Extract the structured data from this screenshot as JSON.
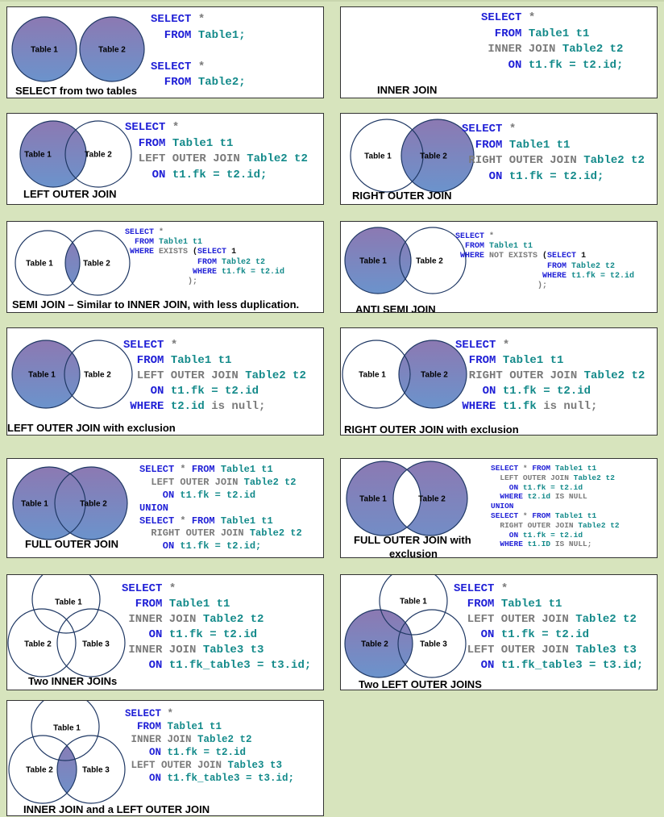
{
  "colors": {
    "background": "#d7e4bd",
    "fill_top": "#8c79b2",
    "fill_bottom": "#6b93cc",
    "keyword": "#1f1fd6",
    "identifier": "#138a8a",
    "gray_keyword": "#7a7a7a"
  },
  "panels": [
    {
      "caption": "SELECT from two tables",
      "circle_labels": [
        "Table 1",
        "Table 2"
      ],
      "code": [
        [
          [
            "SELECT",
            "kw"
          ],
          [
            " *",
            "gr"
          ]
        ],
        [
          [
            "  FROM ",
            "kw"
          ],
          [
            "Table1;",
            "id"
          ]
        ],
        [
          [
            "",
            ""
          ]
        ],
        [
          [
            "SELECT",
            "kw"
          ],
          [
            " *",
            "gr"
          ]
        ],
        [
          [
            "  FROM ",
            "kw"
          ],
          [
            "Table2;",
            "id"
          ]
        ]
      ]
    },
    {
      "caption": "INNER JOIN",
      "circle_labels": [
        "Table 1",
        "Table 2"
      ],
      "code": [
        [
          [
            "SELECT",
            "kw"
          ],
          [
            " *",
            "gr"
          ]
        ],
        [
          [
            "  FROM ",
            "kw"
          ],
          [
            "Table1 t1",
            "id"
          ]
        ],
        [
          [
            " INNER JOIN ",
            "gr"
          ],
          [
            "Table2 t2",
            "id"
          ]
        ],
        [
          [
            "    ON ",
            "kw"
          ],
          [
            "t1.fk = t2.id;",
            "id"
          ]
        ]
      ]
    },
    {
      "caption": "LEFT OUTER JOIN",
      "circle_labels": [
        "Table 1",
        "Table 2"
      ],
      "code": [
        [
          [
            "SELECT",
            "kw"
          ],
          [
            " *",
            "gr"
          ]
        ],
        [
          [
            "  FROM ",
            "kw"
          ],
          [
            "Table1 t1",
            "id"
          ]
        ],
        [
          [
            "  LEFT OUTER JOIN ",
            "gr"
          ],
          [
            "Table2 t2",
            "id"
          ]
        ],
        [
          [
            "    ON ",
            "kw"
          ],
          [
            "t1.fk = t2.id;",
            "id"
          ]
        ]
      ]
    },
    {
      "caption": "RIGHT OUTER JOIN",
      "circle_labels": [
        "Table 1",
        "Table 2"
      ],
      "code": [
        [
          [
            "SELECT",
            "kw"
          ],
          [
            " *",
            "gr"
          ]
        ],
        [
          [
            "  FROM ",
            "kw"
          ],
          [
            "Table1 t1",
            "id"
          ]
        ],
        [
          [
            " RIGHT OUTER JOIN ",
            "gr"
          ],
          [
            "Table2 t2",
            "id"
          ]
        ],
        [
          [
            "    ON ",
            "kw"
          ],
          [
            "t1.fk = t2.id;",
            "id"
          ]
        ]
      ]
    },
    {
      "caption": "SEMI JOIN – Similar to INNER JOIN, with less duplication.",
      "circle_labels": [
        "Table 1",
        "Table 2"
      ],
      "code": [
        [
          [
            "SELECT",
            "kw"
          ],
          [
            " *",
            "gr"
          ]
        ],
        [
          [
            "  FROM ",
            "kw"
          ],
          [
            "Table1 t1",
            "id"
          ]
        ],
        [
          [
            " WHERE ",
            "kw"
          ],
          [
            "EXISTS ",
            "gr"
          ],
          [
            "(",
            "bk"
          ],
          [
            "SELECT ",
            "kw"
          ],
          [
            "1",
            "bk"
          ]
        ],
        [
          [
            "               FROM ",
            "kw"
          ],
          [
            "Table2 t2",
            "id"
          ]
        ],
        [
          [
            "              WHERE ",
            "kw"
          ],
          [
            "t1.fk = t2.id",
            "id"
          ]
        ],
        [
          [
            "             );",
            "gr"
          ]
        ]
      ]
    },
    {
      "caption": "ANTI SEMI JOIN",
      "circle_labels": [
        "Table 1",
        "Table 2"
      ],
      "code": [
        [
          [
            "SELECT",
            "kw"
          ],
          [
            " *",
            "gr"
          ]
        ],
        [
          [
            "  FROM ",
            "kw"
          ],
          [
            "Table1 t1",
            "id"
          ]
        ],
        [
          [
            " WHERE ",
            "kw"
          ],
          [
            "NOT EXISTS ",
            "gr"
          ],
          [
            "(",
            "bk"
          ],
          [
            "SELECT ",
            "kw"
          ],
          [
            "1",
            "bk"
          ]
        ],
        [
          [
            "                   FROM ",
            "kw"
          ],
          [
            "Table2 t2",
            "id"
          ]
        ],
        [
          [
            "                  WHERE ",
            "kw"
          ],
          [
            "t1.fk = t2.id",
            "id"
          ]
        ],
        [
          [
            "                 );",
            "gr"
          ]
        ]
      ]
    },
    {
      "caption": "LEFT OUTER JOIN with exclusion",
      "circle_labels": [
        "Table 1",
        "Table 2"
      ],
      "code": [
        [
          [
            "SELECT",
            "kw"
          ],
          [
            " *",
            "gr"
          ]
        ],
        [
          [
            "  FROM ",
            "kw"
          ],
          [
            "Table1 t1",
            "id"
          ]
        ],
        [
          [
            "  LEFT OUTER JOIN ",
            "gr"
          ],
          [
            "Table2 t2",
            "id"
          ]
        ],
        [
          [
            "    ON ",
            "kw"
          ],
          [
            "t1.fk = t2.id",
            "id"
          ]
        ],
        [
          [
            " WHERE ",
            "kw"
          ],
          [
            "t2.id",
            "id"
          ],
          [
            " is null;",
            "gr"
          ]
        ]
      ]
    },
    {
      "caption": "RIGHT OUTER JOIN with exclusion",
      "circle_labels": [
        "Table 1",
        "Table 2"
      ],
      "code": [
        [
          [
            "SELECT",
            "kw"
          ],
          [
            " *",
            "gr"
          ]
        ],
        [
          [
            "  FROM ",
            "kw"
          ],
          [
            "Table1 t1",
            "id"
          ]
        ],
        [
          [
            "  RIGHT OUTER JOIN ",
            "gr"
          ],
          [
            "Table2 t2",
            "id"
          ]
        ],
        [
          [
            "    ON ",
            "kw"
          ],
          [
            "t1.fk = t2.id",
            "id"
          ]
        ],
        [
          [
            " WHERE ",
            "kw"
          ],
          [
            "t1.fk",
            "id"
          ],
          [
            " is null;",
            "gr"
          ]
        ]
      ]
    },
    {
      "caption": "FULL OUTER JOIN",
      "circle_labels": [
        "Table 1",
        "Table 2"
      ],
      "code": [
        [
          [
            "SELECT",
            "kw"
          ],
          [
            " * ",
            "gr"
          ],
          [
            "FROM ",
            "kw"
          ],
          [
            "Table1 t1",
            "id"
          ]
        ],
        [
          [
            "  LEFT OUTER JOIN ",
            "gr"
          ],
          [
            "Table2 t2",
            "id"
          ]
        ],
        [
          [
            "    ON ",
            "kw"
          ],
          [
            "t1.fk = t2.id",
            "id"
          ]
        ],
        [
          [
            "UNION",
            "kw"
          ]
        ],
        [
          [
            "SELECT",
            "kw"
          ],
          [
            " * ",
            "gr"
          ],
          [
            "FROM ",
            "kw"
          ],
          [
            "Table1 t1",
            "id"
          ]
        ],
        [
          [
            "  RIGHT OUTER JOIN ",
            "gr"
          ],
          [
            "Table2 t2",
            "id"
          ]
        ],
        [
          [
            "    ON ",
            "kw"
          ],
          [
            "t1.fk = t2.id;",
            "id"
          ]
        ]
      ]
    },
    {
      "caption": "FULL OUTER JOIN with\nexclusion",
      "circle_labels": [
        "Table 1",
        "Table 2"
      ],
      "code": [
        [
          [
            "SELECT",
            "kw"
          ],
          [
            " * ",
            "gr"
          ],
          [
            "FROM ",
            "kw"
          ],
          [
            "Table1 t1",
            "id"
          ]
        ],
        [
          [
            "  LEFT OUTER JOIN ",
            "gr"
          ],
          [
            "Table2 t2",
            "id"
          ]
        ],
        [
          [
            "    ON ",
            "kw"
          ],
          [
            "t1.fk = t2.id",
            "id"
          ]
        ],
        [
          [
            "  WHERE ",
            "kw"
          ],
          [
            "t2.id",
            "id"
          ],
          [
            " IS NULL",
            "gr"
          ]
        ],
        [
          [
            "UNION",
            "kw"
          ]
        ],
        [
          [
            "SELECT",
            "kw"
          ],
          [
            " * ",
            "gr"
          ],
          [
            "FROM ",
            "kw"
          ],
          [
            "Table1 t1",
            "id"
          ]
        ],
        [
          [
            "  RIGHT OUTER JOIN ",
            "gr"
          ],
          [
            "Table2 t2",
            "id"
          ]
        ],
        [
          [
            "    ON ",
            "kw"
          ],
          [
            "t1.fk = t2.id",
            "id"
          ]
        ],
        [
          [
            "  WHERE ",
            "kw"
          ],
          [
            "t1.ID",
            "id"
          ],
          [
            " IS NULL;",
            "gr"
          ]
        ]
      ]
    },
    {
      "caption": "Two INNER JOINs",
      "circle_labels": [
        "Table 1",
        "Table 2",
        "Table 3"
      ],
      "code": [
        [
          [
            "SELECT",
            "kw"
          ],
          [
            " *",
            "gr"
          ]
        ],
        [
          [
            "  FROM ",
            "kw"
          ],
          [
            "Table1 t1",
            "id"
          ]
        ],
        [
          [
            " INNER JOIN ",
            "gr"
          ],
          [
            "Table2 t2",
            "id"
          ]
        ],
        [
          [
            "    ON ",
            "kw"
          ],
          [
            "t1.fk = t2.id",
            "id"
          ]
        ],
        [
          [
            " INNER JOIN ",
            "gr"
          ],
          [
            "Table3 t3",
            "id"
          ]
        ],
        [
          [
            "    ON ",
            "kw"
          ],
          [
            "t1.fk_table3 = t3.id;",
            "id"
          ]
        ]
      ]
    },
    {
      "caption": "Two LEFT OUTER JOINS",
      "circle_labels": [
        "Table 1",
        "Table 2",
        "Table 3"
      ],
      "code": [
        [
          [
            "SELECT",
            "kw"
          ],
          [
            " *",
            "gr"
          ]
        ],
        [
          [
            "  FROM ",
            "kw"
          ],
          [
            "Table1 t1",
            "id"
          ]
        ],
        [
          [
            "  LEFT OUTER JOIN ",
            "gr"
          ],
          [
            "Table2 t2",
            "id"
          ]
        ],
        [
          [
            "    ON ",
            "kw"
          ],
          [
            "t1.fk = t2.id",
            "id"
          ]
        ],
        [
          [
            "  LEFT OUTER JOIN ",
            "gr"
          ],
          [
            "Table3 t3",
            "id"
          ]
        ],
        [
          [
            "    ON ",
            "kw"
          ],
          [
            "t1.fk_table3 = t3.id;",
            "id"
          ]
        ]
      ]
    },
    {
      "caption": "INNER JOIN and a LEFT OUTER JOIN",
      "circle_labels": [
        "Table 1",
        "Table 2",
        "Table 3"
      ],
      "code": [
        [
          [
            "SELECT",
            "kw"
          ],
          [
            " *",
            "gr"
          ]
        ],
        [
          [
            "  FROM ",
            "kw"
          ],
          [
            "Table1 t1",
            "id"
          ]
        ],
        [
          [
            " INNER JOIN ",
            "gr"
          ],
          [
            "Table2 t2",
            "id"
          ]
        ],
        [
          [
            "    ON ",
            "kw"
          ],
          [
            "t1.fk = t2.id",
            "id"
          ]
        ],
        [
          [
            " LEFT OUTER JOIN ",
            "gr"
          ],
          [
            "Table3 t3",
            "id"
          ]
        ],
        [
          [
            "    ON ",
            "kw"
          ],
          [
            "t1.fk_table3 = t3.id;",
            "id"
          ]
        ]
      ]
    }
  ]
}
